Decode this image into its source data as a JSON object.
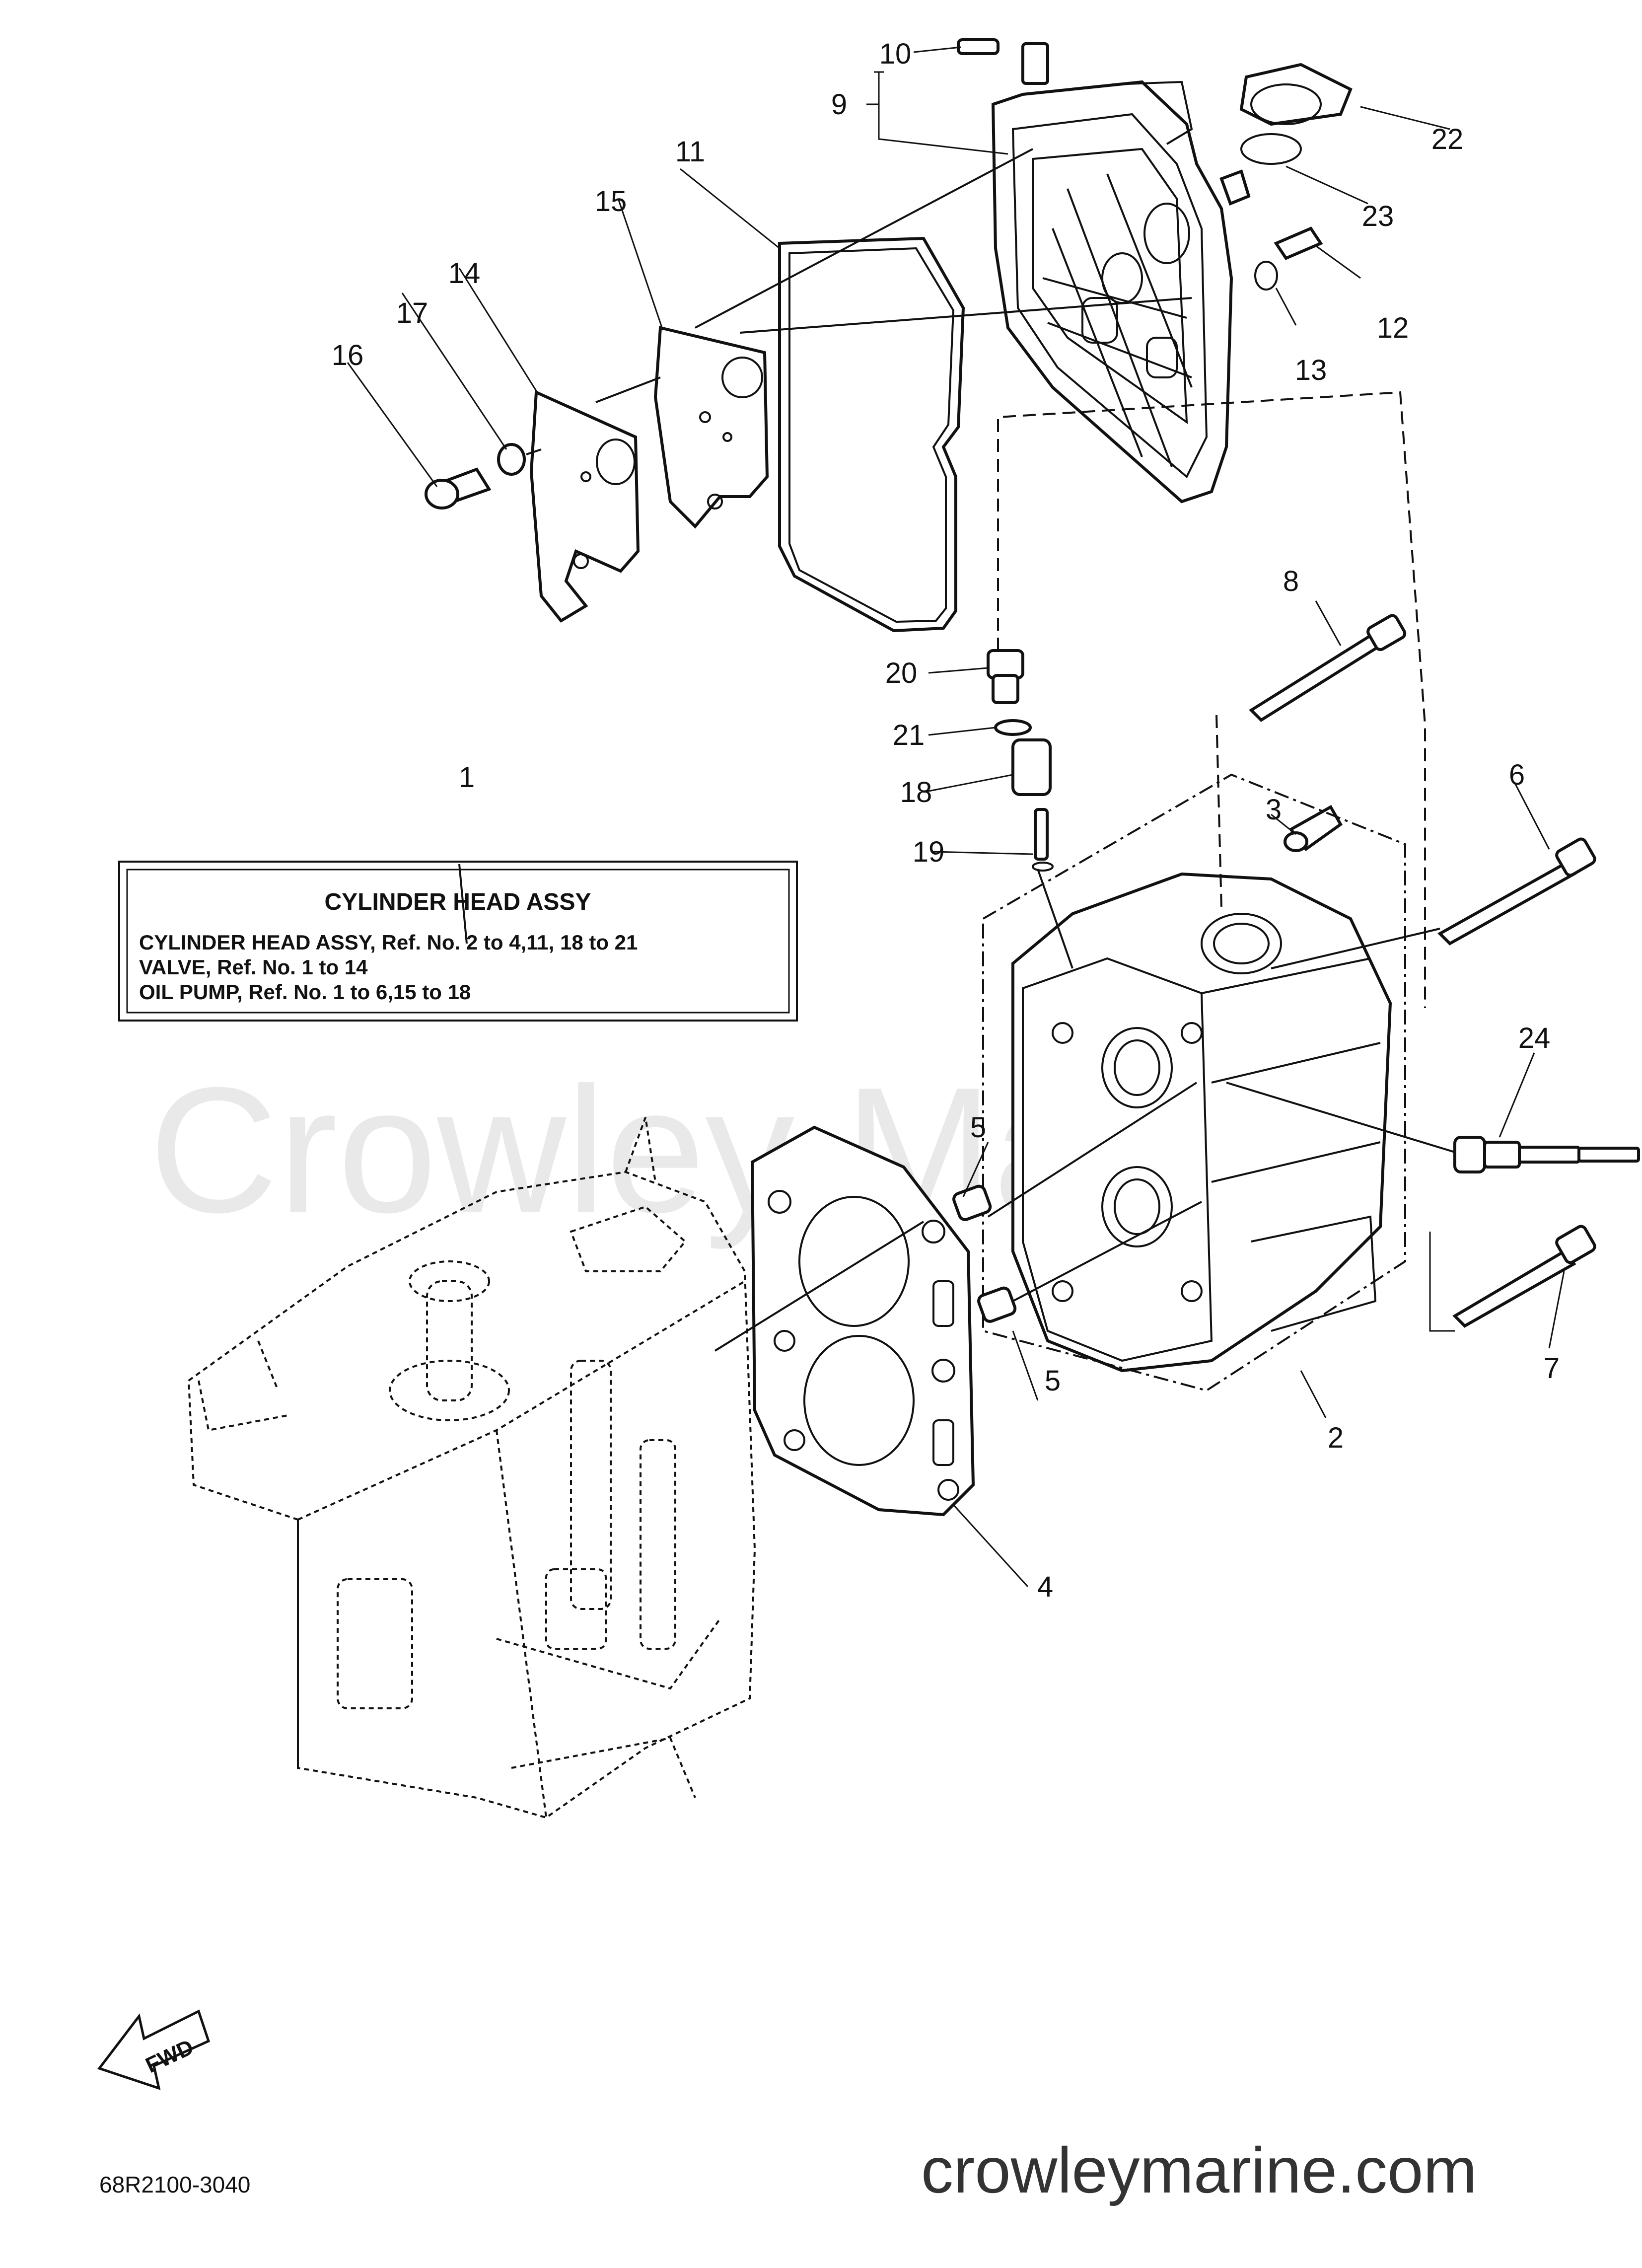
{
  "diagram": {
    "part_numbers": [
      "1",
      "2",
      "3",
      "4",
      "5",
      "5",
      "6",
      "7",
      "8",
      "9",
      "10",
      "11",
      "12",
      "13",
      "14",
      "15",
      "16",
      "17",
      "18",
      "19",
      "20",
      "21",
      "22",
      "23",
      "24"
    ],
    "info_box": {
      "title": "CYLINDER HEAD ASSY",
      "lines": [
        "CYLINDER HEAD ASSY,  Ref. No. 2 to 4,11, 18 to 21",
        "VALVE,  Ref. No. 1 to 14",
        "OIL PUMP, Ref. No. 1 to 6,15 to 18"
      ]
    },
    "fwd_label": "FWD",
    "diagram_code": "68R2100-3040",
    "watermark": "Crowley Marine",
    "site_url": "crowleymarine.com"
  }
}
